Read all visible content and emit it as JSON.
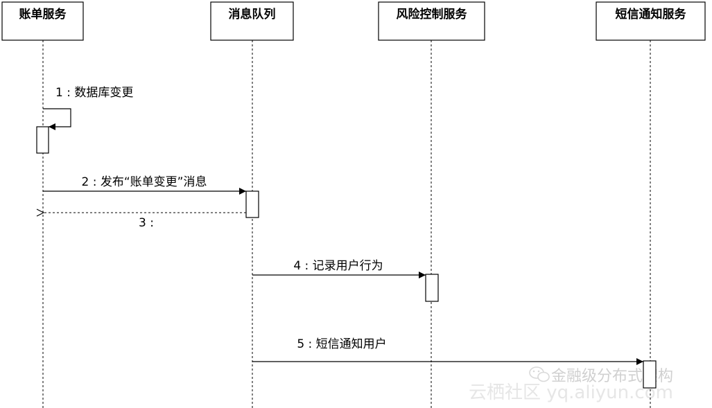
{
  "diagram": {
    "type": "sequence",
    "participants": [
      {
        "id": "billing",
        "label": "账单服务"
      },
      {
        "id": "mq",
        "label": "消息队列"
      },
      {
        "id": "risk",
        "label": "风险控制服务"
      },
      {
        "id": "sms",
        "label": "短信通知服务"
      }
    ],
    "messages": [
      {
        "from": "billing",
        "to": "billing",
        "label": "1 : 数据库变更",
        "style": "solid"
      },
      {
        "from": "billing",
        "to": "mq",
        "label": "2 : 发布“账单变更”消息",
        "style": "solid"
      },
      {
        "from": "mq",
        "to": "billing",
        "label": "3 :",
        "style": "dashed-return"
      },
      {
        "from": "mq",
        "to": "risk",
        "label": "4 : 记录用户行为",
        "style": "solid"
      },
      {
        "from": "mq",
        "to": "sms",
        "label": "5 : 短信通知用户",
        "style": "solid"
      }
    ]
  },
  "watermark": {
    "account_text": "金融级分布式架构",
    "site_text": "云栖社区 yq.aliyun.com"
  },
  "colors": {
    "stroke": "#000000",
    "box_fill": "#ffffff",
    "text": "#000000",
    "watermark": "#d9d9d9"
  }
}
